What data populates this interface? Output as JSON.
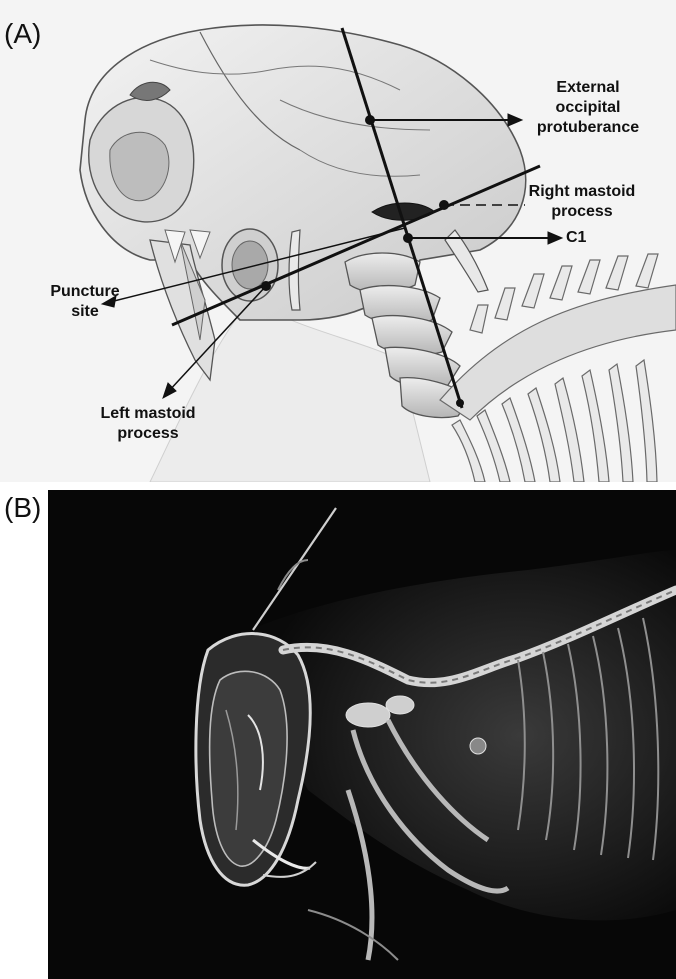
{
  "panels": {
    "a": {
      "letter": "(A)",
      "labels": {
        "external_occipital": [
          "External",
          "occipital",
          "protuberance"
        ],
        "right_mastoid": [
          "Right mastoid",
          "process"
        ],
        "c1": "C1",
        "puncture": [
          "Puncture",
          "site"
        ],
        "left_mastoid": [
          "Left mastoid",
          "process"
        ]
      }
    },
    "b": {
      "letter": "(B)"
    }
  },
  "colors": {
    "line": "#111111",
    "bone_light": "#e6e6e6",
    "bone_shadow": "#9a9a9a",
    "xray_bg": "#070707",
    "xray_bone": "#d8d8d8"
  }
}
